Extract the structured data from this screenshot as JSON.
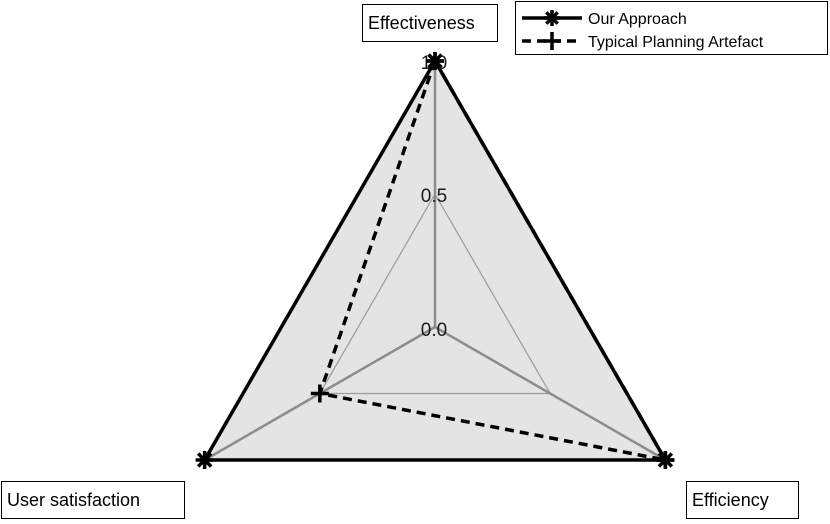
{
  "chart_data": {
    "type": "radar",
    "axes": [
      "Effectiveness",
      "Efficiency",
      "User satisfaction"
    ],
    "ticks": [
      "0.0",
      "0.5",
      "1.0"
    ],
    "range": [
      0,
      1
    ],
    "grid": true,
    "legend_position": "top-right",
    "series": [
      {
        "name": "Our Approach",
        "values": [
          1.0,
          1.0,
          1.0
        ],
        "line_style": "solid",
        "marker": "asterisk",
        "color": "#000000"
      },
      {
        "name": "Typical Planning Artefact",
        "values": [
          1.0,
          1.0,
          0.5
        ],
        "line_style": "dashed",
        "marker": "plus",
        "color": "#000000"
      }
    ],
    "colors": {
      "fill": "#e4e4e4",
      "grid": "#9a9a9a",
      "grid_thick": "#8c8c8c"
    }
  }
}
